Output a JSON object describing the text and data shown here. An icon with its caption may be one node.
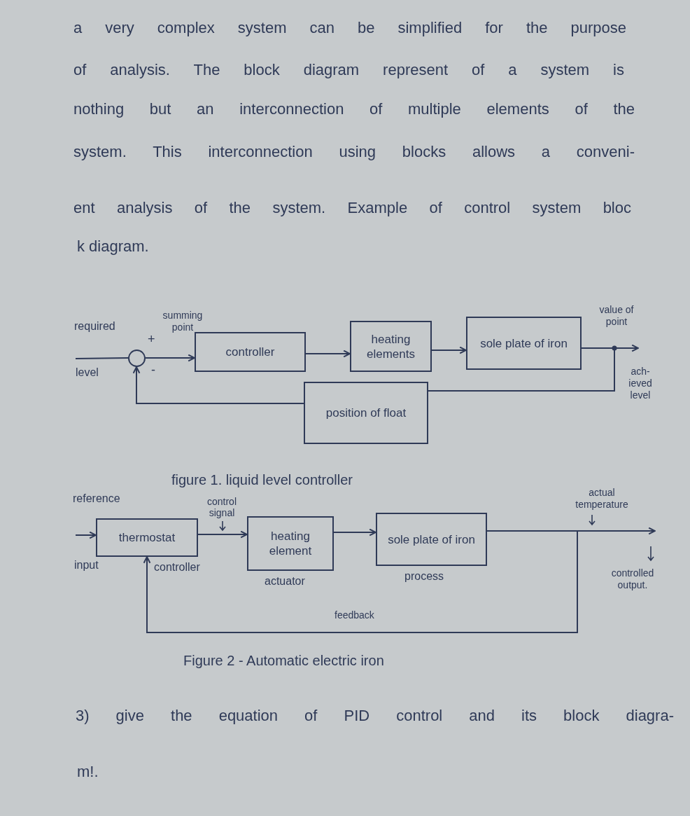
{
  "diagram": {
    "nodes": [
      {
        "text": [],
        "shape": "circle"
      },
      {
        "text": [
          "controller"
        ]
      },
      {
        "text": [
          "heating elements"
        ]
      },
      {
        "text": [
          "sole plate of iron"
        ]
      },
      {
        "text": [
          "position of float"
        ]
      },
      {
        "text": [
          "thermostat"
        ],
        "beside": [
          "controller"
        ]
      },
      {
        "text": [
          "heating element"
        ],
        "beside": [
          "actuator"
        ]
      },
      {
        "text": [
          "sole plate of iron"
        ],
        "beside": [
          "process"
        ]
      }
    ],
    "edges": [
      {
        "from": null,
        "to": 0,
        "arrow": "none"
      },
      {
        "from": 0,
        "to": 1,
        "arrow": "to"
      },
      {
        "from": 1,
        "to": 2,
        "arrow": "to"
      },
      {
        "from": 2,
        "to": 3,
        "arrow": "to"
      },
      {
        "from": 3,
        "to": null,
        "arrow": "to"
      },
      {
        "from": 3,
        "to": 4,
        "arrow": "none"
      },
      {
        "from": 4,
        "to": 0,
        "arrow": "to"
      },
      {
        "from": null,
        "to": 5,
        "arrow": "to"
      },
      {
        "from": 5,
        "to": 6,
        "arrow": "to",
        "label": "control signal"
      },
      {
        "from": 6,
        "to": 7,
        "arrow": "to"
      },
      {
        "from": 7,
        "to": null,
        "arrow": "to"
      },
      {
        "from": 7,
        "to": 5,
        "arrow": "to",
        "label": "feedback"
      }
    ],
    "labels": [
      "a very complex system can be simplified for the purpose",
      "of analysis. The block diagram represent of a system is",
      "nothing but an interconnection of multiple elements of the",
      "system. This interconnection using blocks allows a conveni-",
      "ent analysis of the system. Example of control system bloc",
      "k diagram.",
      "required",
      "+",
      "summing point",
      "level",
      "-",
      "value of point",
      "ach- ieved level",
      "figure 1. liquid level controller",
      "reference",
      "actual temperature",
      "input",
      "controlled output.",
      "Figure 2 - Automatic electric iron",
      "3) give the equation of PID control and its block diagra-",
      "m!."
    ]
  }
}
